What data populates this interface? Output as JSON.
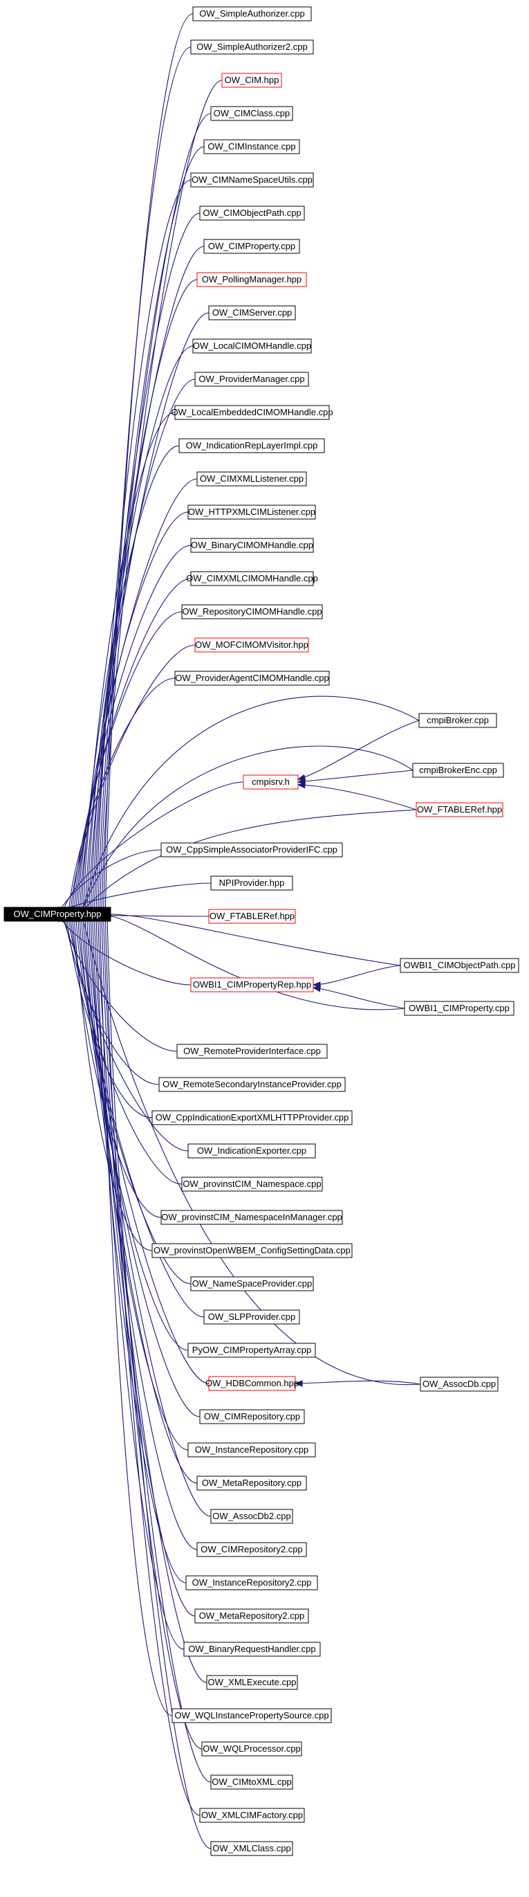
{
  "colors": {
    "edge": "#1a1a7a",
    "normal_border": "#000000",
    "missing_border": "#ff0000",
    "root_fill": "#000000",
    "root_text": "#ffffff",
    "background": "#ffffff"
  },
  "root": {
    "label": "OW_CIMProperty.hpp"
  },
  "left_column": [
    {
      "label": "OW_SimpleAuthorizer.cpp",
      "red": false
    },
    {
      "label": "OW_SimpleAuthorizer2.cpp",
      "red": false
    },
    {
      "label": "OW_CIM.hpp",
      "red": true
    },
    {
      "label": "OW_CIMClass.cpp",
      "red": false
    },
    {
      "label": "OW_CIMInstance.cpp",
      "red": false
    },
    {
      "label": "OW_CIMNameSpaceUtils.cpp",
      "red": false
    },
    {
      "label": "OW_CIMObjectPath.cpp",
      "red": false
    },
    {
      "label": "OW_CIMProperty.cpp",
      "red": false
    },
    {
      "label": "OW_PollingManager.hpp",
      "red": true
    },
    {
      "label": "OW_CIMServer.cpp",
      "red": false
    },
    {
      "label": "OW_LocalCIMOMHandle.cpp",
      "red": false
    },
    {
      "label": "OW_ProviderManager.cpp",
      "red": false
    },
    {
      "label": "OW_LocalEmbeddedCIMOMHandle.cpp",
      "red": false
    },
    {
      "label": "OW_IndicationRepLayerImpl.cpp",
      "red": false
    },
    {
      "label": "OW_CIMXMLListener.cpp",
      "red": false
    },
    {
      "label": "OW_HTTPXMLCIMListener.cpp",
      "red": false
    },
    {
      "label": "OW_BinaryCIMOMHandle.cpp",
      "red": false
    },
    {
      "label": "OW_CIMXMLCIMOMHandle.cpp",
      "red": false
    },
    {
      "label": "OW_RepositoryCIMOMHandle.cpp",
      "red": false
    },
    {
      "label": "OW_MOFCIMOMVisitor.hpp",
      "red": true
    },
    {
      "label": "OW_ProviderAgentCIMOMHandle.cpp",
      "red": false
    },
    {
      "label": "cmpisrv.h",
      "red": true
    },
    {
      "label": "OW_CppSimpleAssociatorProviderIFC.cpp",
      "red": false
    },
    {
      "label": "NPIProvider.hpp",
      "red": false
    },
    {
      "label": "OW_FTABLERef.hpp",
      "red": true
    },
    {
      "label": "OWBI1_CIMPropertyRep.hpp",
      "red": true
    },
    {
      "label": "OW_RemoteProviderInterface.cpp",
      "red": false
    },
    {
      "label": "OW_RemoteSecondaryInstanceProvider.cpp",
      "red": false
    },
    {
      "label": "OW_CppIndicationExportXMLHTTPProvider.cpp",
      "red": false
    },
    {
      "label": "OW_IndicationExporter.cpp",
      "red": false
    },
    {
      "label": "OW_provinstCIM_Namespace.cpp",
      "red": false
    },
    {
      "label": "OW_provinstCIM_NamespaceInManager.cpp",
      "red": false
    },
    {
      "label": "OW_provinstOpenWBEM_ConfigSettingData.cpp",
      "red": false
    },
    {
      "label": "OW_NameSpaceProvider.cpp",
      "red": false
    },
    {
      "label": "OW_SLPProvider.cpp",
      "red": false
    },
    {
      "label": "PyOW_CIMPropertyArray.cpp",
      "red": false
    },
    {
      "label": "OW_HDBCommon.hpp",
      "red": true
    },
    {
      "label": "OW_CIMRepository.cpp",
      "red": false
    },
    {
      "label": "OW_InstanceRepository.cpp",
      "red": false
    },
    {
      "label": "OW_MetaRepository.cpp",
      "red": false
    },
    {
      "label": "OW_AssocDb2.cpp",
      "red": false
    },
    {
      "label": "OW_CIMRepository2.cpp",
      "red": false
    },
    {
      "label": "OW_InstanceRepository2.cpp",
      "red": false
    },
    {
      "label": "OW_MetaRepository2.cpp",
      "red": false
    },
    {
      "label": "OW_BinaryRequestHandler.cpp",
      "red": false
    },
    {
      "label": "OW_XMLExecute.cpp",
      "red": false
    },
    {
      "label": "OW_WQLInstancePropertySource.cpp",
      "red": false
    },
    {
      "label": "OW_WQLProcessor.cpp",
      "red": false
    },
    {
      "label": "OW_CIMtoXML.cpp",
      "red": false
    },
    {
      "label": "OW_XMLCIMFactory.cpp",
      "red": false
    },
    {
      "label": "OW_XMLClass.cpp",
      "red": false
    }
  ],
  "right_column": [
    {
      "label": "cmpiBroker.cpp",
      "red": false
    },
    {
      "label": "cmpiBrokerEnc.cpp",
      "red": false
    },
    {
      "label": "OW_FTABLERef.hpp",
      "red": true
    },
    {
      "label": "OWBI1_CIMObjectPath.cpp",
      "red": false
    },
    {
      "label": "OWBI1_CIMProperty.cpp",
      "red": false
    },
    {
      "label": "OW_AssocDb.cpp",
      "red": false
    }
  ]
}
